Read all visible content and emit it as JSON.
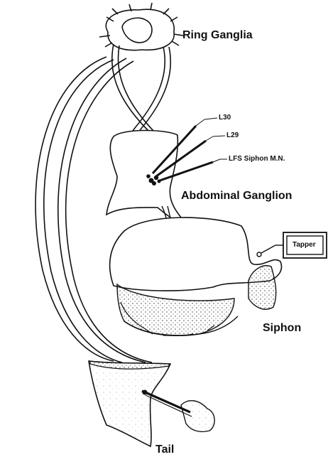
{
  "labels": {
    "ring_ganglia": "Ring Ganglia",
    "l30": "L30",
    "l29": "L29",
    "lfs": "LFS Siphon M.N.",
    "abdominal_ganglion": "Abdominal Ganglion",
    "tapper": "Tapper",
    "siphon": "Siphon",
    "tail": "Tail"
  },
  "colors": {
    "ink": "#111111",
    "background": "#ffffff"
  }
}
